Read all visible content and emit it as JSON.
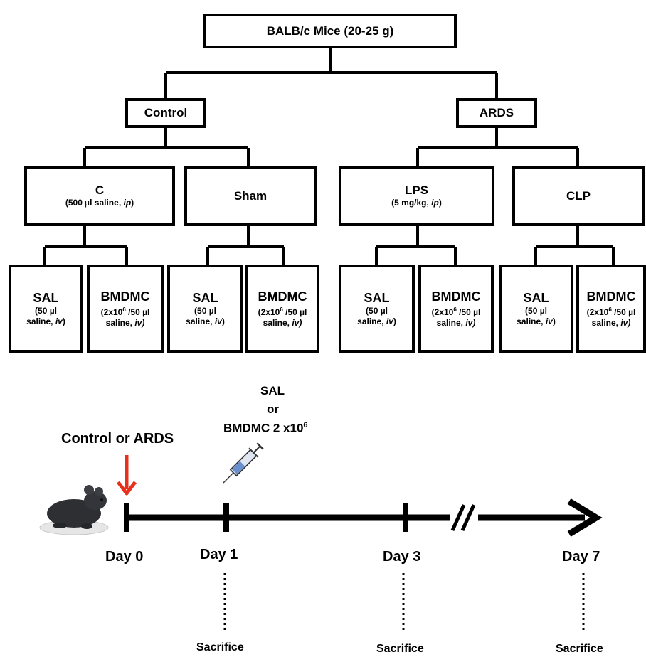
{
  "tree": {
    "root": {
      "title": "BALB/c Mice (20-25 g)"
    },
    "control": {
      "title": "Control"
    },
    "ards": {
      "title": "ARDS"
    },
    "c": {
      "title": "C",
      "sub_pre": "(500 ",
      "sub_mu": "µ",
      "sub_mid": "l saline, ",
      "sub_em": "ip",
      "sub_post": ")"
    },
    "sham": {
      "title": "Sham"
    },
    "lps": {
      "title": "LPS",
      "sub_pre": "(5 mg/kg, ",
      "sub_em": "ip",
      "sub_post": ")"
    },
    "clp": {
      "title": "CLP"
    },
    "sal_label": "SAL",
    "sal_sub1": "(50 µl",
    "sal_sub2": "saline, ",
    "sal_em": "iv",
    "sal_post": ")",
    "bmdmc_label": "BMDMC",
    "bmdmc_sub1_a": "(2x10",
    "bmdmc_sup": "6",
    "bmdmc_sub1_b": " /50 µl",
    "bmdmc_sub2": "saline, ",
    "bmdmc_em": "iv)"
  },
  "timeline": {
    "treatment_line1": "SAL",
    "treatment_line2": "or",
    "treatment_line3": "BMDMC 2 x10",
    "treatment_sup": "6",
    "control_or_ards": "Control or ARDS",
    "days": [
      "Day 0",
      "Day 1",
      "Day 3",
      "Day 7"
    ],
    "sacrifice": "Sacrifice"
  },
  "colors": {
    "arrow_red": "#e8311a",
    "line": "#000000",
    "mouse": "#2e2f33"
  }
}
